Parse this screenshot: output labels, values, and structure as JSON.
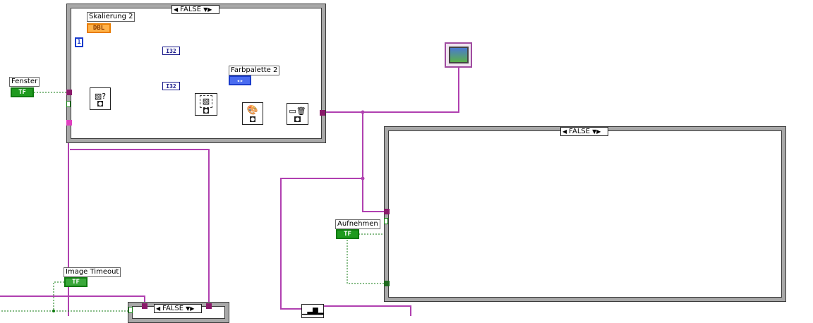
{
  "case_top": {
    "selector_value": "FALSE"
  },
  "case_right": {
    "selector_value": "FALSE"
  },
  "case_bottom": {
    "selector_value": "FALSE"
  },
  "labels": {
    "skalierung": "Skalierung 2",
    "farbpalette": "Farbpalette 2",
    "fenster": "Fenster",
    "aufnehmen": "Aufnehmen",
    "image_timeout": "Image Timeout"
  },
  "terminals": {
    "tf": "TF",
    "dbl": "DBL",
    "i32": "I32",
    "const_one": "1",
    "ring": "◂▸"
  },
  "colors": {
    "wire_image": "#b040b0",
    "wire_number": "#1a3ccc",
    "wire_double": "#e87c00",
    "wire_bool": "#0f7a0f",
    "case_border": "#a8a8a8"
  },
  "icons": [
    "display-image-vi-icon",
    "window-property-icon",
    "window-setup-icon",
    "palette-icon",
    "window-close-icon",
    "histogram-icon"
  ]
}
